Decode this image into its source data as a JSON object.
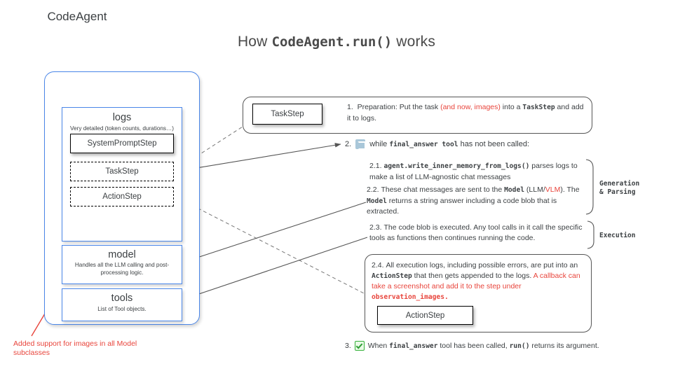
{
  "title": {
    "prefix": "How ",
    "code": "CodeAgent.run()",
    "suffix": " works"
  },
  "agent_panel": {
    "name": "CodeAgent",
    "logs": {
      "heading": "logs",
      "subtitle": "Very detailed (token counts, durations…)",
      "steps": [
        {
          "label": "SystemPromptStep",
          "style": "solid"
        },
        {
          "label": "TaskStep",
          "style": "dashed"
        },
        {
          "label": "ActionStep",
          "style": "dashed"
        }
      ]
    },
    "model": {
      "heading": "model",
      "subtitle": "Handles all the LLM calling and post-processing logic."
    },
    "tools": {
      "heading": "tools",
      "subtitle": "List of Tool objects."
    }
  },
  "annotation": {
    "text": "Added support for images in all Model subclasses",
    "color": "#e8453c"
  },
  "steps": {
    "step1": {
      "chip_label": "TaskStep",
      "number": "1.",
      "text_a": "Preparation: Put the task ",
      "text_highlight": "(and now, images)",
      "text_b": " into a ",
      "code": "TaskStep",
      "text_c": " and add it to logs."
    },
    "step2": {
      "number": "2.",
      "icon": "loop-icon",
      "text_a": "while ",
      "code_a": "final_answer tool",
      "text_b": " has not been called:",
      "sub": [
        {
          "id": "2.1",
          "number": "2.1.",
          "code": "agent.write_inner_memory_from_logs()",
          "text": " parses logs to make a list of LLM-agnostic chat messages"
        },
        {
          "id": "2.2",
          "number": "2.2.",
          "text_a": "These chat messages are sent to the ",
          "code_a": "Model",
          "text_b": " (LLM/",
          "highlight": "VLM",
          "text_c": "). The ",
          "code_b": "Model",
          "text_d": " returns a string answer including a code blob that is extracted."
        },
        {
          "id": "2.3",
          "number": "2.3.",
          "text": "The code blob is executed. Any tool calls in it call the specific tools as functions then continues running the code."
        },
        {
          "id": "2.4",
          "number": "2.4.",
          "text_a": "All execution logs, including possible errors, are put into an ",
          "code_a": "ActionStep",
          "text_b": " that then gets appended to the logs. ",
          "red_a": "A callback can  take a screenshot and add it to the step under ",
          "red_code": "observation_images.",
          "chip_label": "ActionStep"
        }
      ]
    },
    "step3": {
      "number": "3.",
      "icon": "check-icon",
      "text_a": "When ",
      "code_a": "final_answer",
      "text_b": " tool has been called, ",
      "code_b": "run()",
      "text_c": " returns its argument."
    }
  },
  "group_labels": [
    {
      "id": "generation",
      "line1": "Generation",
      "line2": "& Parsing"
    },
    {
      "id": "execution",
      "line1": "Execution",
      "line2": ""
    }
  ],
  "colors": {
    "accent_blue": "#4a86e8",
    "red": "#e8453c",
    "green": "#35b13a",
    "text": "#3c4043"
  }
}
